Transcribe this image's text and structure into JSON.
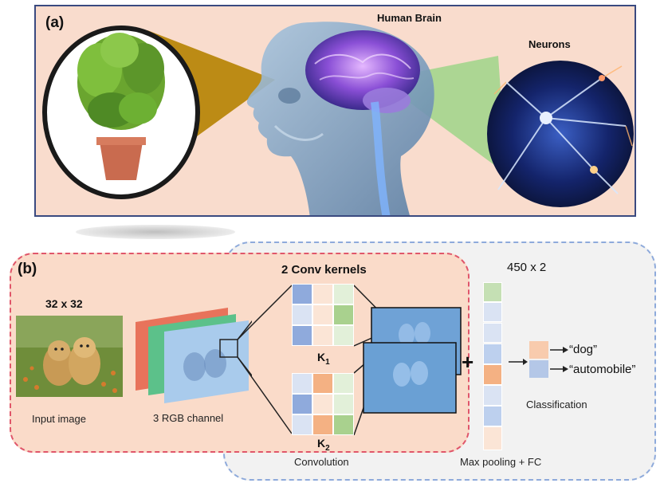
{
  "panel_a": {
    "tag": "(a)",
    "brain_label": "Human Brain",
    "neurons_label": "Neurons"
  },
  "panel_b": {
    "tag": "(b)",
    "input_size": "32 x 32",
    "input_caption": "Input image",
    "rgb_caption": "3 RGB channel",
    "kernels_title": "2 Conv kernels",
    "k1_label": "K",
    "k1_sub": "1",
    "k2_label": "K",
    "k2_sub": "2",
    "convolution_caption": "Convolution",
    "pool_size": "450 x 2",
    "plus": "+",
    "pool_caption": "Max pooling + FC",
    "class_dog": "“dog”",
    "class_auto": "“automobile”",
    "classification_caption": "Classification"
  },
  "colors": {
    "panel_a_bg": "#f9dccd",
    "panel_a_border": "#3a4a80",
    "panel_b_front_bg": "#fadbc9",
    "panel_b_front_border": "#e0566a",
    "panel_b_back_bg": "#f2f2f2",
    "panel_b_back_border": "#8eaadb",
    "cell_blue": "#8faadc",
    "cell_lightblue": "#dae3f3",
    "cell_orange": "#f4b183",
    "cell_peach": "#fbe5d6",
    "cell_green": "#a9d18e",
    "cell_lightgreen": "#e2f0d9"
  }
}
